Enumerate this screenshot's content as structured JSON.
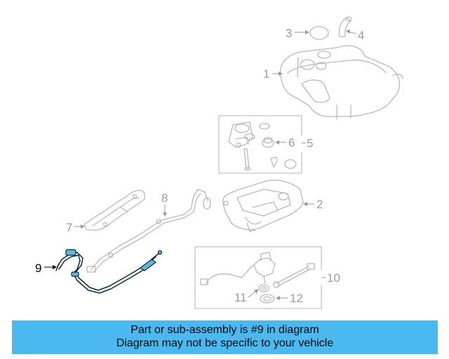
{
  "callouts": [
    {
      "id": "1",
      "label": "1"
    },
    {
      "id": "2",
      "label": "2"
    },
    {
      "id": "3",
      "label": "3"
    },
    {
      "id": "4",
      "label": "4"
    },
    {
      "id": "5",
      "label": "5"
    },
    {
      "id": "6",
      "label": "6"
    },
    {
      "id": "7",
      "label": "7"
    },
    {
      "id": "8",
      "label": "8"
    },
    {
      "id": "9",
      "label": "9",
      "highlighted": true
    },
    {
      "id": "10",
      "label": "10"
    },
    {
      "id": "11",
      "label": "11"
    },
    {
      "id": "12",
      "label": "12"
    }
  ],
  "banner": {
    "line1": "Part or sub-assembly is #9 in diagram",
    "line2": "Diagram may not be specific to your vehicle"
  },
  "colors": {
    "banner_bg": "#4ab9f0",
    "highlight_part": "#5cb8dc",
    "outline_gray": "#b9b9b9"
  }
}
